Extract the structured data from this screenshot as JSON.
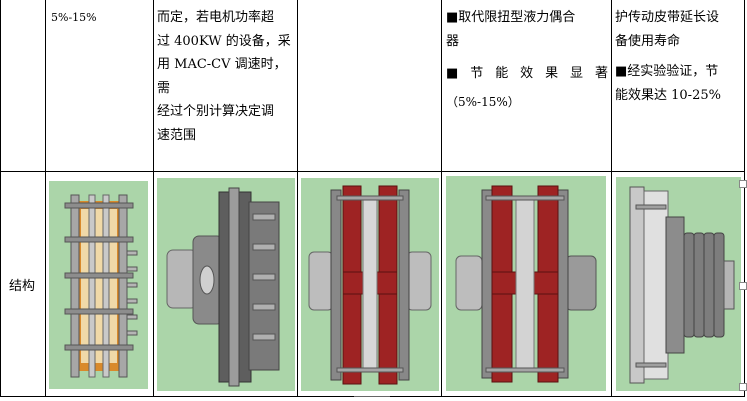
{
  "table": {
    "row1": {
      "col1": "5%-15%",
      "col2_lines": [
        "而定，若电机功率超",
        "过 400KW 的设备，采",
        "用 MAC-CV 调速时，需",
        "经过个别计算决定调",
        "速范围"
      ],
      "col3": "",
      "col4_lines": [
        "■取代限扭型液力偶合",
        "器",
        "■ 节 能 效 果 显 著",
        "（5%-15%）"
      ],
      "col5_lines": [
        "护传动皮带延长设",
        "备使用寿命",
        "■经实验验证，节",
        "能效果达 10-25%"
      ]
    },
    "row2": {
      "label": "结构",
      "images": [
        {
          "icon": "coupling-side-view-image"
        },
        {
          "icon": "coupling-angled-view-image"
        },
        {
          "icon": "coupling-red-frame-image"
        },
        {
          "icon": "coupling-red-frame-side-image"
        },
        {
          "icon": "coupling-pulley-image"
        }
      ]
    }
  },
  "colors": {
    "picture_bg": "#a9d4a9",
    "metal": "#9a9a9a",
    "red_frame": "#9e2323"
  }
}
